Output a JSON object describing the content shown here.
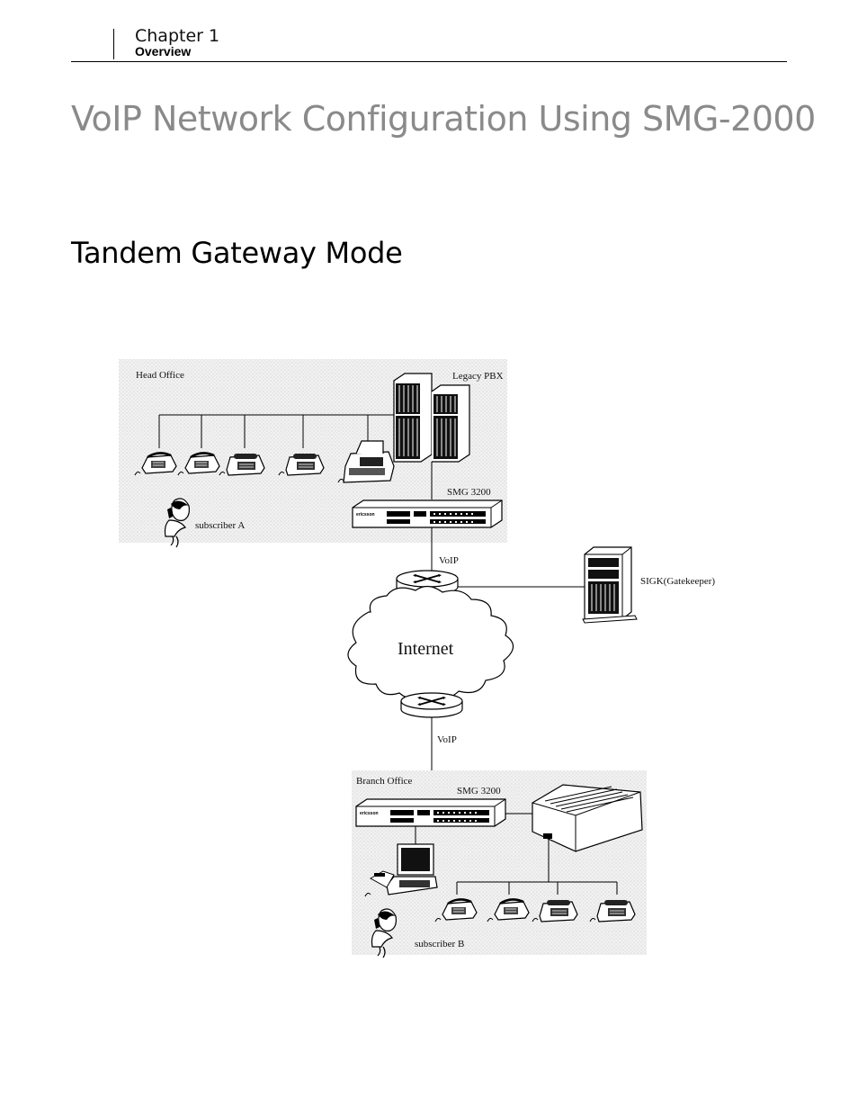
{
  "header": {
    "chapter": "Chapter 1",
    "section": "Overview"
  },
  "page": {
    "title": "VoIP Network Configuration Using SMG-2000",
    "subtitle": "Tandem Gateway Mode"
  },
  "diagram": {
    "head_office": "Head Office",
    "legacy_pbx": "Legacy PBX",
    "smg_top": "SMG 3200",
    "subscriber_a": "subscriber A",
    "voip_top": "VoIP",
    "gatekeeper": "SIGK(Gatekeeper)",
    "internet": "Internet",
    "voip_bottom": "VoIP",
    "branch_office": "Branch Office",
    "smg_bottom": "SMG 3200",
    "subscriber_b": "subscriber B"
  }
}
